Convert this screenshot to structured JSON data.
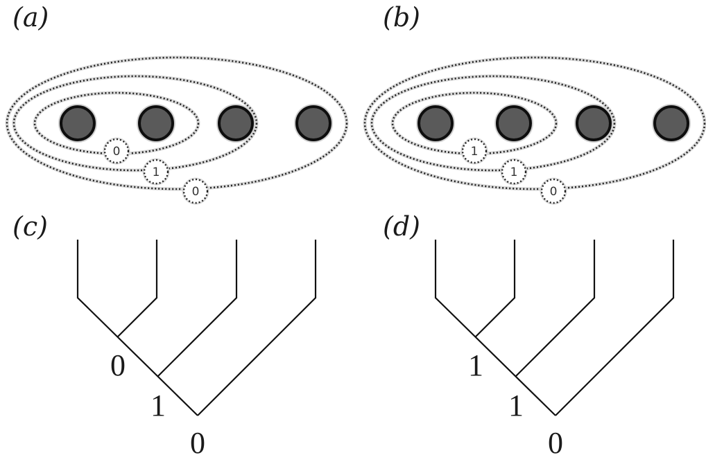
{
  "panels": {
    "a": {
      "label": "(a)"
    },
    "b": {
      "label": "(b)"
    },
    "c": {
      "label": "(c)"
    },
    "d": {
      "label": "(d)"
    }
  },
  "diagram_a": {
    "fusion_labels": [
      "0",
      "1",
      "0"
    ]
  },
  "diagram_b": {
    "fusion_labels": [
      "1",
      "1",
      "0"
    ]
  },
  "tree_c": {
    "vertex_labels": [
      "0",
      "1",
      "0"
    ]
  },
  "tree_d": {
    "vertex_labels": [
      "1",
      "1",
      "0"
    ]
  },
  "colors": {
    "ball_fill": "#5a5a5a",
    "ball_stroke": "#0e0e0e",
    "line": "#111111"
  }
}
